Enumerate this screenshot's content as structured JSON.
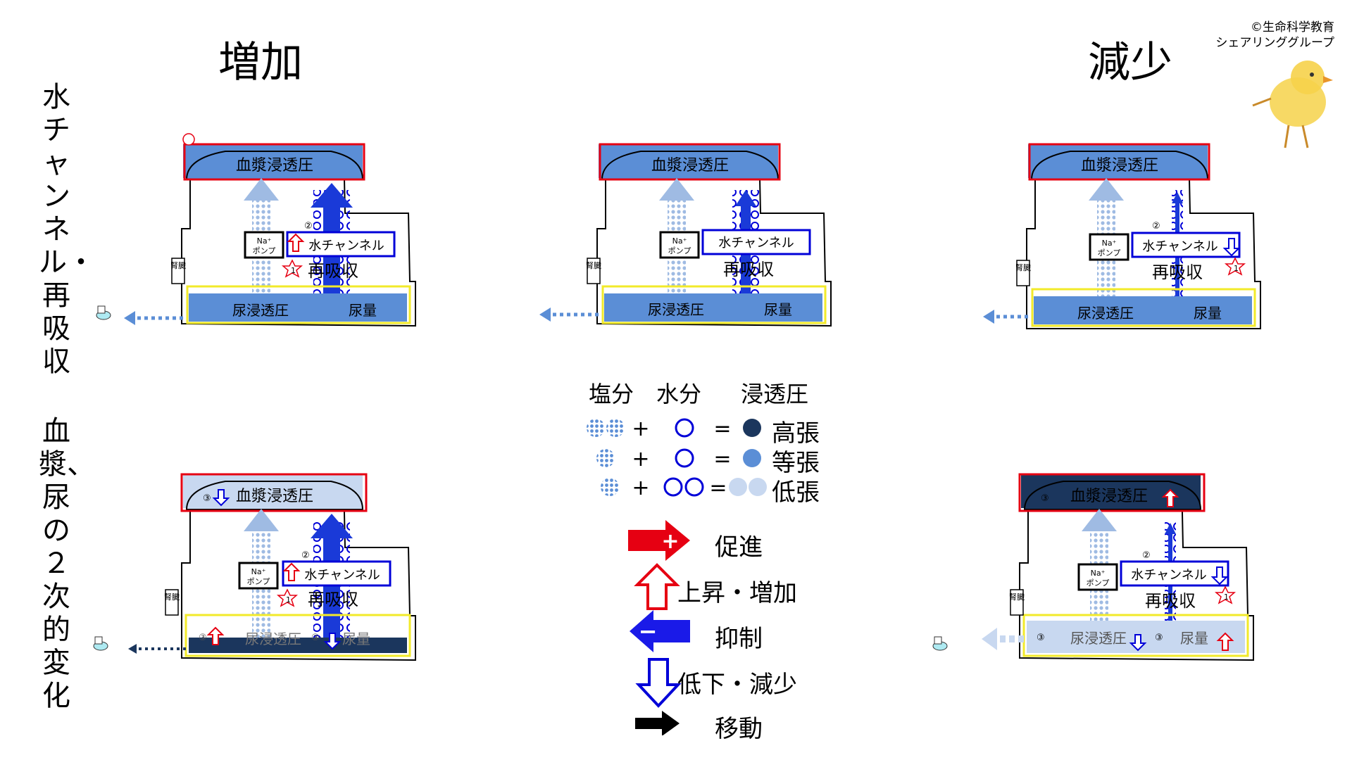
{
  "headers": {
    "increase": "増加",
    "decrease": "減少"
  },
  "row_labels": {
    "water_channel": "水チャンネル・再吸収",
    "plasma_urine": "血漿、尿の２次的変化"
  },
  "credit": {
    "line1": "©生命科学教育",
    "line2": "シェアリンググループ"
  },
  "diagram": {
    "plasma_osmotic": "血漿浸透圧",
    "water_channel": "水チャンネル",
    "reabsorption": "再吸収",
    "urine_osmotic": "尿浸透圧",
    "urine_volume": "尿量",
    "kidney": "腎臓",
    "na_pump_top": "Na⁺",
    "na_pump_bottom": "ポンプ",
    "mark1": "1",
    "mark2": "②",
    "mark3": "③"
  },
  "legend": {
    "salt": "塩分",
    "water": "水分",
    "osmotic": "浸透圧",
    "high": "高張",
    "iso": "等張",
    "low": "低張",
    "promote": "促進",
    "rise": "上昇・増加",
    "inhibit": "抑制",
    "fall": "低下・減少",
    "move": "移動"
  },
  "colors": {
    "red": "#e60012",
    "blue": "#0000d8",
    "yellow": "#f2ea2a",
    "mid": "#5b8ed6",
    "dark": "#1b365d",
    "light": "#c8d8f0"
  }
}
